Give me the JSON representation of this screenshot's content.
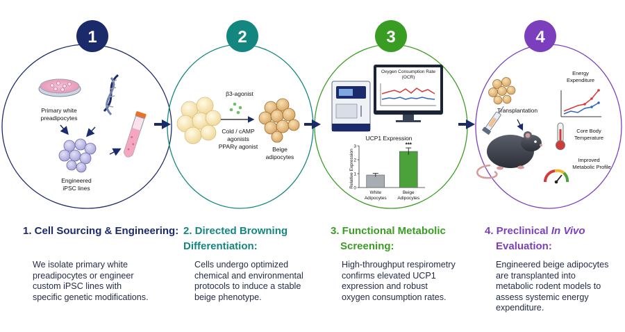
{
  "colors": {
    "s1": "#1b2a6b",
    "s2": "#13877f",
    "s3": "#3a9d23",
    "s4": "#7b3fbe",
    "arrow": "#1b2a6b"
  },
  "steps": [
    {
      "number": "1",
      "heading_line1": "1. Cell Sourcing & Engineering:",
      "heading_line2": "",
      "desc": [
        "We isolate primary white",
        "preadipocytes or engineer",
        "custom iPSC lines with",
        "specific genetic modifications."
      ],
      "labels": {
        "preadipocytes_1": "Primary white",
        "preadipocytes_2": "preadipocytes",
        "ipsc_1": "Engineered",
        "ipsc_2": "iPSC lines"
      }
    },
    {
      "number": "2",
      "heading_line1": "2. Directed Browning",
      "heading_line2": "Differentiation:",
      "desc": [
        "Cells undergo optimized",
        "chemical and environmental",
        "protocols to induce a stable",
        "beige phenotype."
      ],
      "labels": {
        "b3": "β3-agonist",
        "cold_1": "Cold / cAMP",
        "cold_2": "agonists",
        "ppar": "PPARγ agonist",
        "beige_1": "Beige",
        "beige_2": "adipocytes"
      }
    },
    {
      "number": "3",
      "heading_line1": "3. Functional Metabolic",
      "heading_line2": "Screening:",
      "desc": [
        "High-throughput respirometry",
        "confirms elevated UCP1",
        "expression and robust",
        "oxygen consumption rates."
      ],
      "labels": {
        "ocr_1": "Oxygen Consumption Rate",
        "ocr_2": "(OCR)"
      }
    },
    {
      "number": "4",
      "heading_line1_prefix": "4. Preclinical ",
      "heading_line1_italic": "In Vivo",
      "heading_line2": "Evaluation:",
      "desc": [
        "Engineered beige adipocytes",
        "are transplanted into",
        "metabolic rodent models to",
        "assess systemic energy",
        "expenditure."
      ],
      "labels": {
        "transplant": "Transplantation",
        "energy_1": "Energy",
        "energy_2": "Expenditure",
        "core_1": "Core Body",
        "core_2": "Temperature",
        "improved_1": "Improved",
        "improved_2": "Metabolic Profile"
      }
    }
  ],
  "chart_data": {
    "type": "bar",
    "title": "UCP1 Expression",
    "ylabel": "Relative Expression",
    "categories": [
      "White Adipocytes",
      "Beige Adipocytes"
    ],
    "category_lines": [
      [
        "White",
        "Adipocytes"
      ],
      [
        "Beige",
        "Adipocytes"
      ]
    ],
    "values": [
      0.9,
      2.6
    ],
    "errors": [
      0.12,
      0.25
    ],
    "ylim": [
      0,
      3
    ],
    "yticks": [
      "0",
      "1",
      "2",
      "3"
    ],
    "annotation": "***",
    "colors": [
      "#a8adb3",
      "#4ca23a"
    ]
  }
}
